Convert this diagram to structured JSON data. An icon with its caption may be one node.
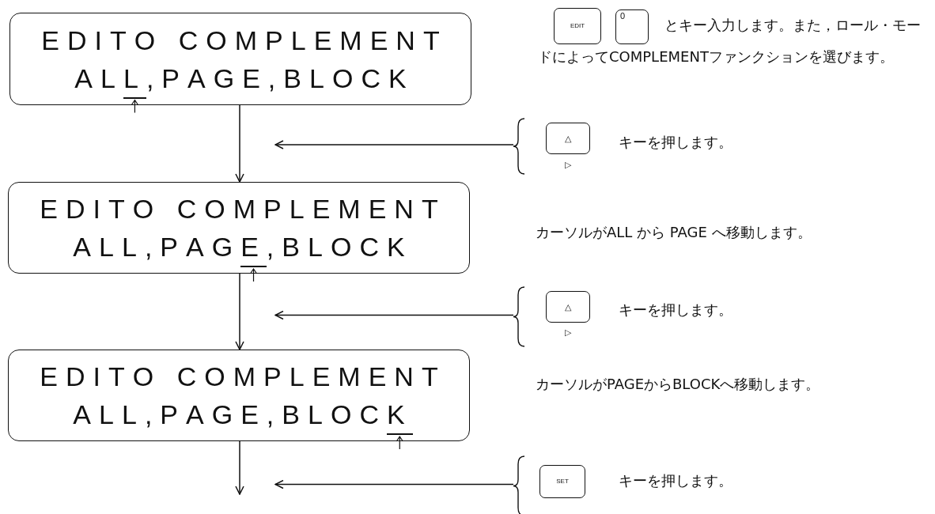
{
  "diagram": {
    "nodes": [
      {
        "text": [
          "EDITO COMPLEMENT",
          "ALL,PAGE,BLOCK"
        ]
      },
      {
        "text": [
          "EDITO COMPLEMENT",
          "ALL,PAGE,BLOCK"
        ]
      },
      {
        "text": [
          "EDITO COMPLEMENT",
          "ALL,PAGE,BLOCK"
        ]
      },
      {
        "text": [
          "EDIT"
        ]
      },
      {
        "text": [
          "0"
        ]
      },
      {
        "text": [
          "△"
        ],
        "beside": [
          "▷"
        ]
      },
      {
        "text": [
          "△"
        ],
        "beside": [
          "▷"
        ]
      },
      {
        "text": [
          "SET"
        ]
      }
    ],
    "edges": [
      {
        "from": 0,
        "to": 1,
        "arrow": "to"
      },
      {
        "from": 1,
        "to": 2,
        "arrow": "to"
      },
      {
        "from": 2,
        "to": null,
        "arrow": "to"
      },
      {
        "from": 5,
        "to": null,
        "arrow": "to"
      },
      {
        "from": 6,
        "to": null,
        "arrow": "to"
      },
      {
        "from": 7,
        "to": null,
        "arrow": "to"
      }
    ],
    "labels": [
      "とキー入力します。また，ロール・モードによってCOMPLEMENTファンクションを選びます。",
      "キーを押します。",
      "カーソルがALL から PAGE へ移動します。",
      "キーを押します。",
      "カーソルがPAGEからBLOCKへ移動します。",
      "キーを押します。"
    ]
  }
}
